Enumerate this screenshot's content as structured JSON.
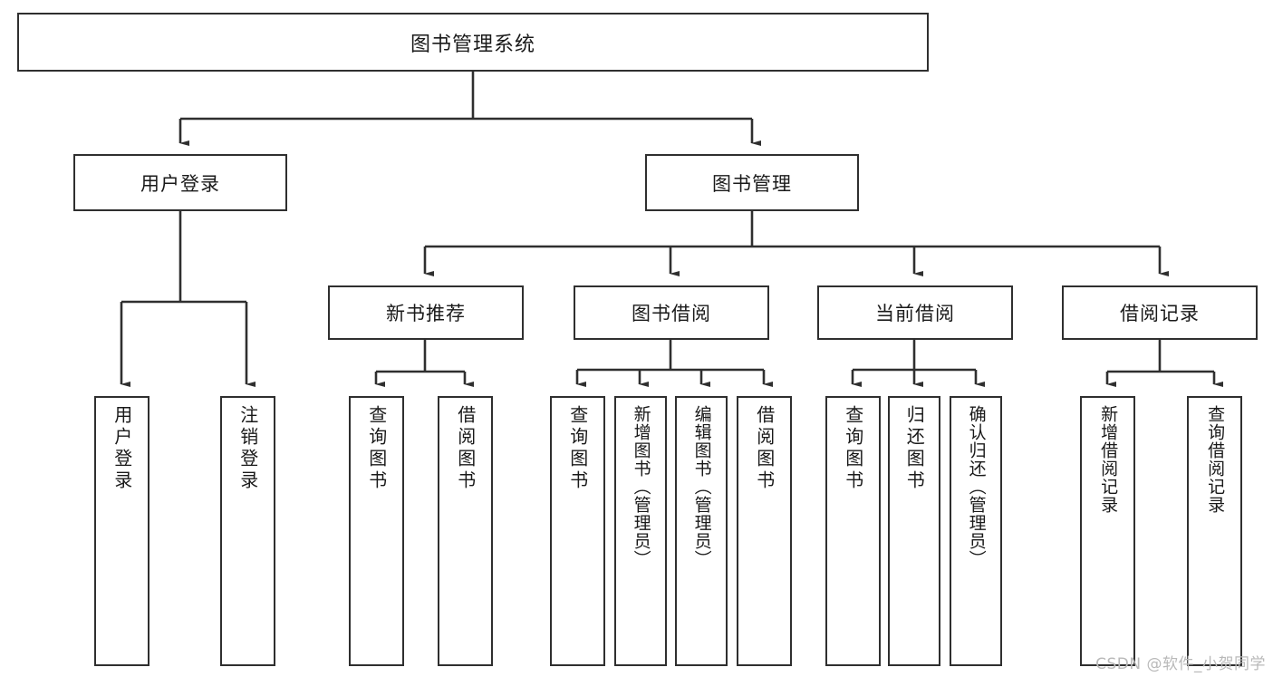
{
  "diagram": {
    "title": "图书管理系统",
    "type": "tree",
    "watermark": "CSDN @软件_小贺同学",
    "colors": {
      "stroke": "#2f2f2f",
      "text": "#1a1a1a",
      "background": "#ffffff",
      "watermark": "#b9b9b9"
    },
    "levels": {
      "root": {
        "label": "图书管理系统"
      },
      "level2": [
        {
          "label": "用户登录"
        },
        {
          "label": "图书管理"
        }
      ],
      "level3": [
        {
          "label": "新书推荐"
        },
        {
          "label": "图书借阅"
        },
        {
          "label": "当前借阅"
        },
        {
          "label": "借阅记录"
        }
      ],
      "leaves": [
        {
          "label": "用户登录",
          "parent": "用户登录"
        },
        {
          "label": "注销登录",
          "parent": "用户登录"
        },
        {
          "label": "查询图书",
          "parent": "新书推荐"
        },
        {
          "label": "借阅图书",
          "parent": "新书推荐"
        },
        {
          "label": "查询图书",
          "parent": "图书借阅"
        },
        {
          "label": "新增图书（管理员）",
          "parent": "图书借阅"
        },
        {
          "label": "编辑图书（管理员）",
          "parent": "图书借阅"
        },
        {
          "label": "借阅图书",
          "parent": "图书借阅"
        },
        {
          "label": "查询图书",
          "parent": "当前借阅"
        },
        {
          "label": "归还图书",
          "parent": "当前借阅"
        },
        {
          "label": "确认归还（管理员）",
          "parent": "当前借阅"
        },
        {
          "label": "新增借阅记录",
          "parent": "借阅记录"
        },
        {
          "label": "查询借阅记录",
          "parent": "借阅记录"
        }
      ]
    }
  }
}
